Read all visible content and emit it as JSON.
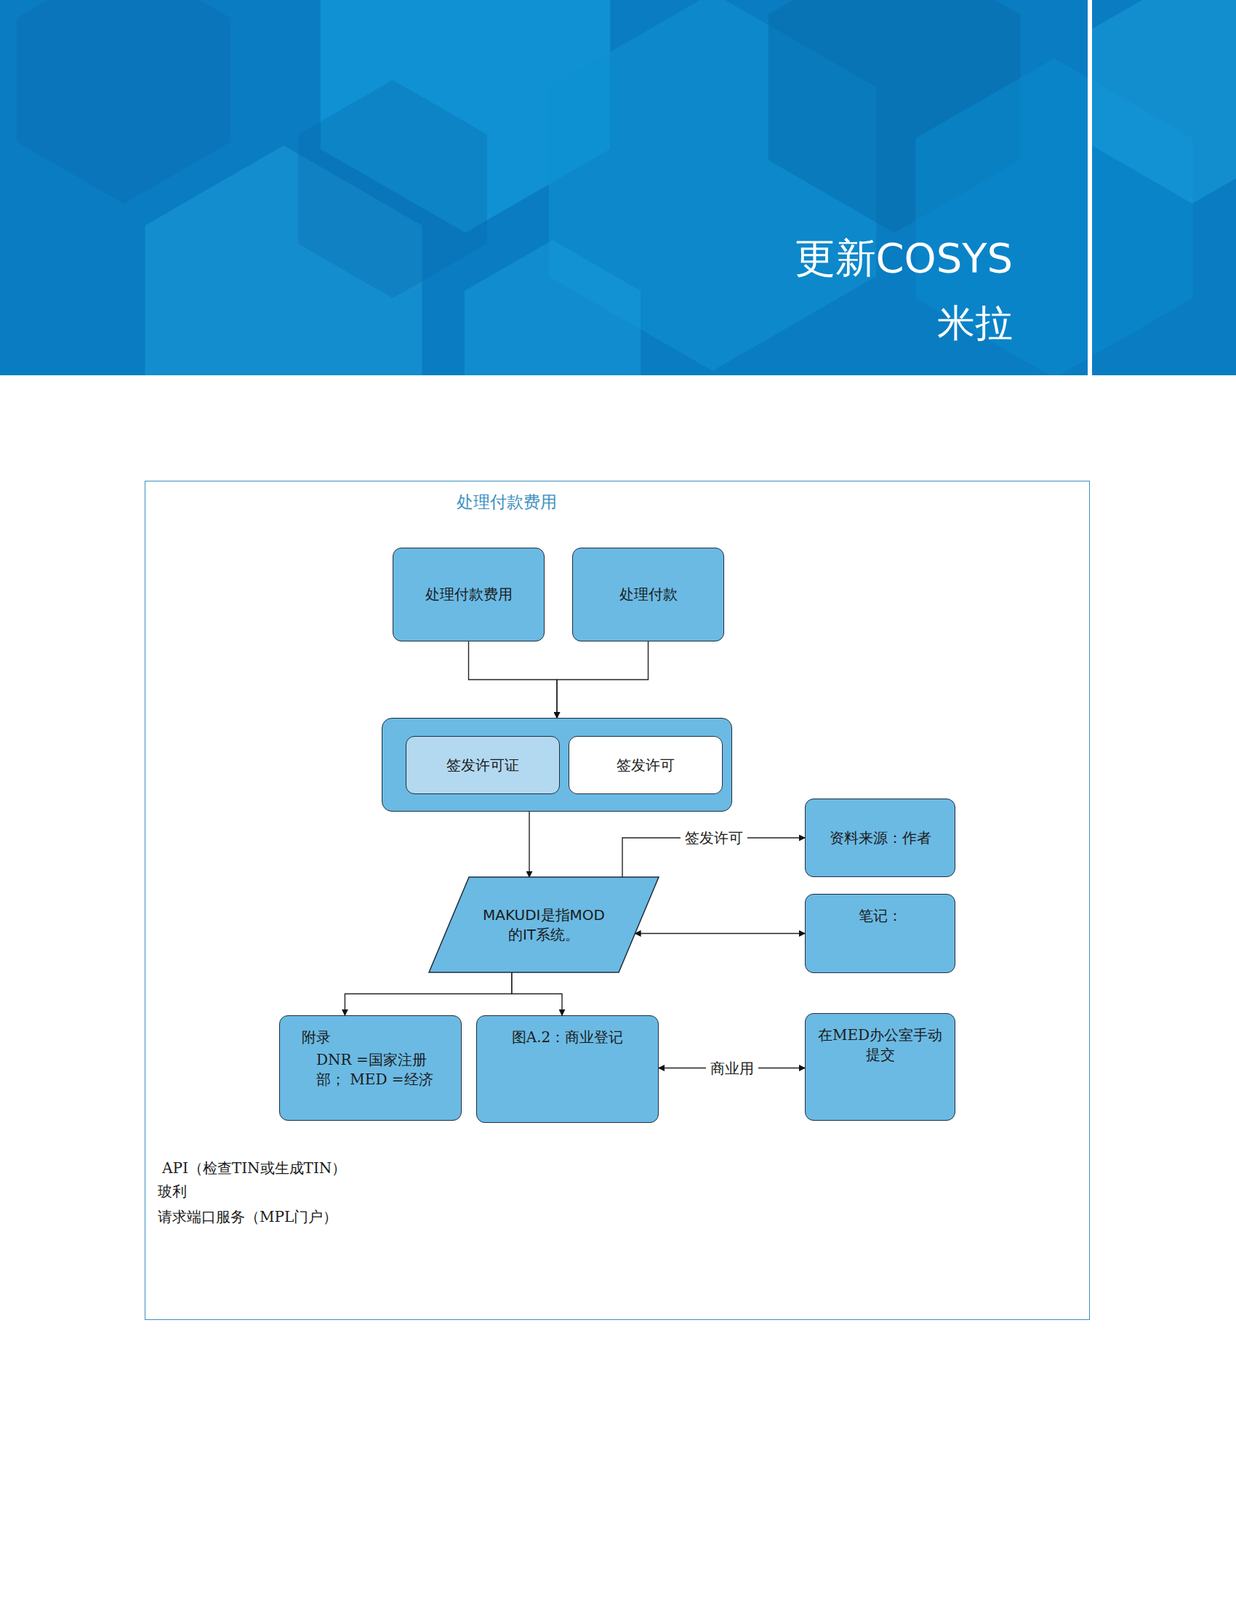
{
  "diagram": {
    "title": "处理付款费用",
    "nodes": [
      {
        "text": [
          "处理付款费用"
        ]
      },
      {
        "text": [
          "处理付款"
        ]
      },
      {
        "text": []
      },
      {
        "text": [
          "签发许可证"
        ],
        "in": 2
      },
      {
        "text": [
          "签发许可"
        ],
        "in": 2
      },
      {
        "text": [
          "MAKUDI是指MOD的IT系统。"
        ]
      },
      {
        "text": [
          "资料来源：作者"
        ]
      },
      {
        "text": [
          "笔记："
        ]
      },
      {
        "text": [
          "附录",
          "DNR =国家注册部； MED =经济"
        ]
      },
      {
        "text": [
          "图A.2：商业登记"
        ]
      },
      {
        "text": [
          "在MED办公室手动提交"
        ]
      }
    ],
    "edges": [
      {
        "from": 0,
        "to": 2,
        "arrow": "to"
      },
      {
        "from": 1,
        "to": 2,
        "arrow": "to"
      },
      {
        "from": 2,
        "to": 5,
        "arrow": "to"
      },
      {
        "from": 5,
        "to": 6,
        "label": "签发许可",
        "arrow": "to"
      },
      {
        "from": 5,
        "to": 7,
        "arrow": "both"
      },
      {
        "from": 5,
        "to": 8,
        "arrow": "to"
      },
      {
        "from": 5,
        "to": 9,
        "arrow": "to"
      },
      {
        "from": 9,
        "to": 10,
        "label": "商业用",
        "arrow": "both"
      }
    ],
    "labels": [
      "更新COSYS",
      "米拉",
      "API（检查TIN或生成TIN）",
      "玻利",
      "请求端口服务（MPL门户）"
    ]
  }
}
